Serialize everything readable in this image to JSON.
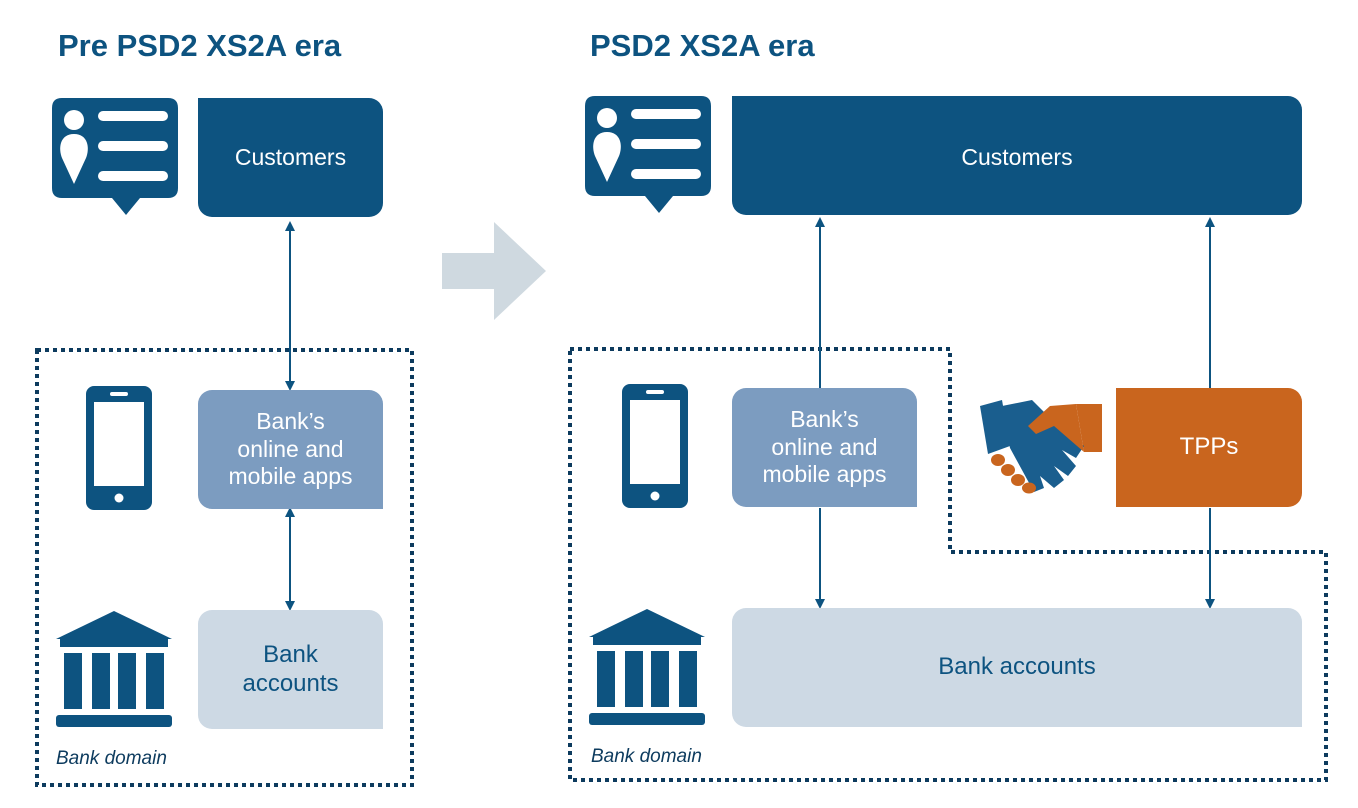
{
  "left": {
    "title": "Pre PSD2 XS2A era",
    "customers": "Customers",
    "apps": [
      "Bank’s",
      "online and",
      "mobile apps"
    ],
    "accounts": [
      "Bank",
      "accounts"
    ],
    "domain": "Bank domain"
  },
  "right": {
    "title": "PSD2 XS2A era",
    "customers": "Customers",
    "apps": [
      "Bank’s",
      "online and",
      "mobile apps"
    ],
    "tpps": "TPPs",
    "accounts": "Bank accounts",
    "domain": "Bank domain"
  },
  "icons": [
    "customer-profile-icon",
    "smartphone-icon",
    "bank-building-icon",
    "handshake-icon",
    "transition-arrow-icon"
  ],
  "colors": {
    "dark_blue": "#0d5380",
    "mid_blue": "#7c9cc0",
    "light_blue": "#cdd9e4",
    "orange": "#c9651e",
    "arrow_gray": "#cfd9e0"
  }
}
